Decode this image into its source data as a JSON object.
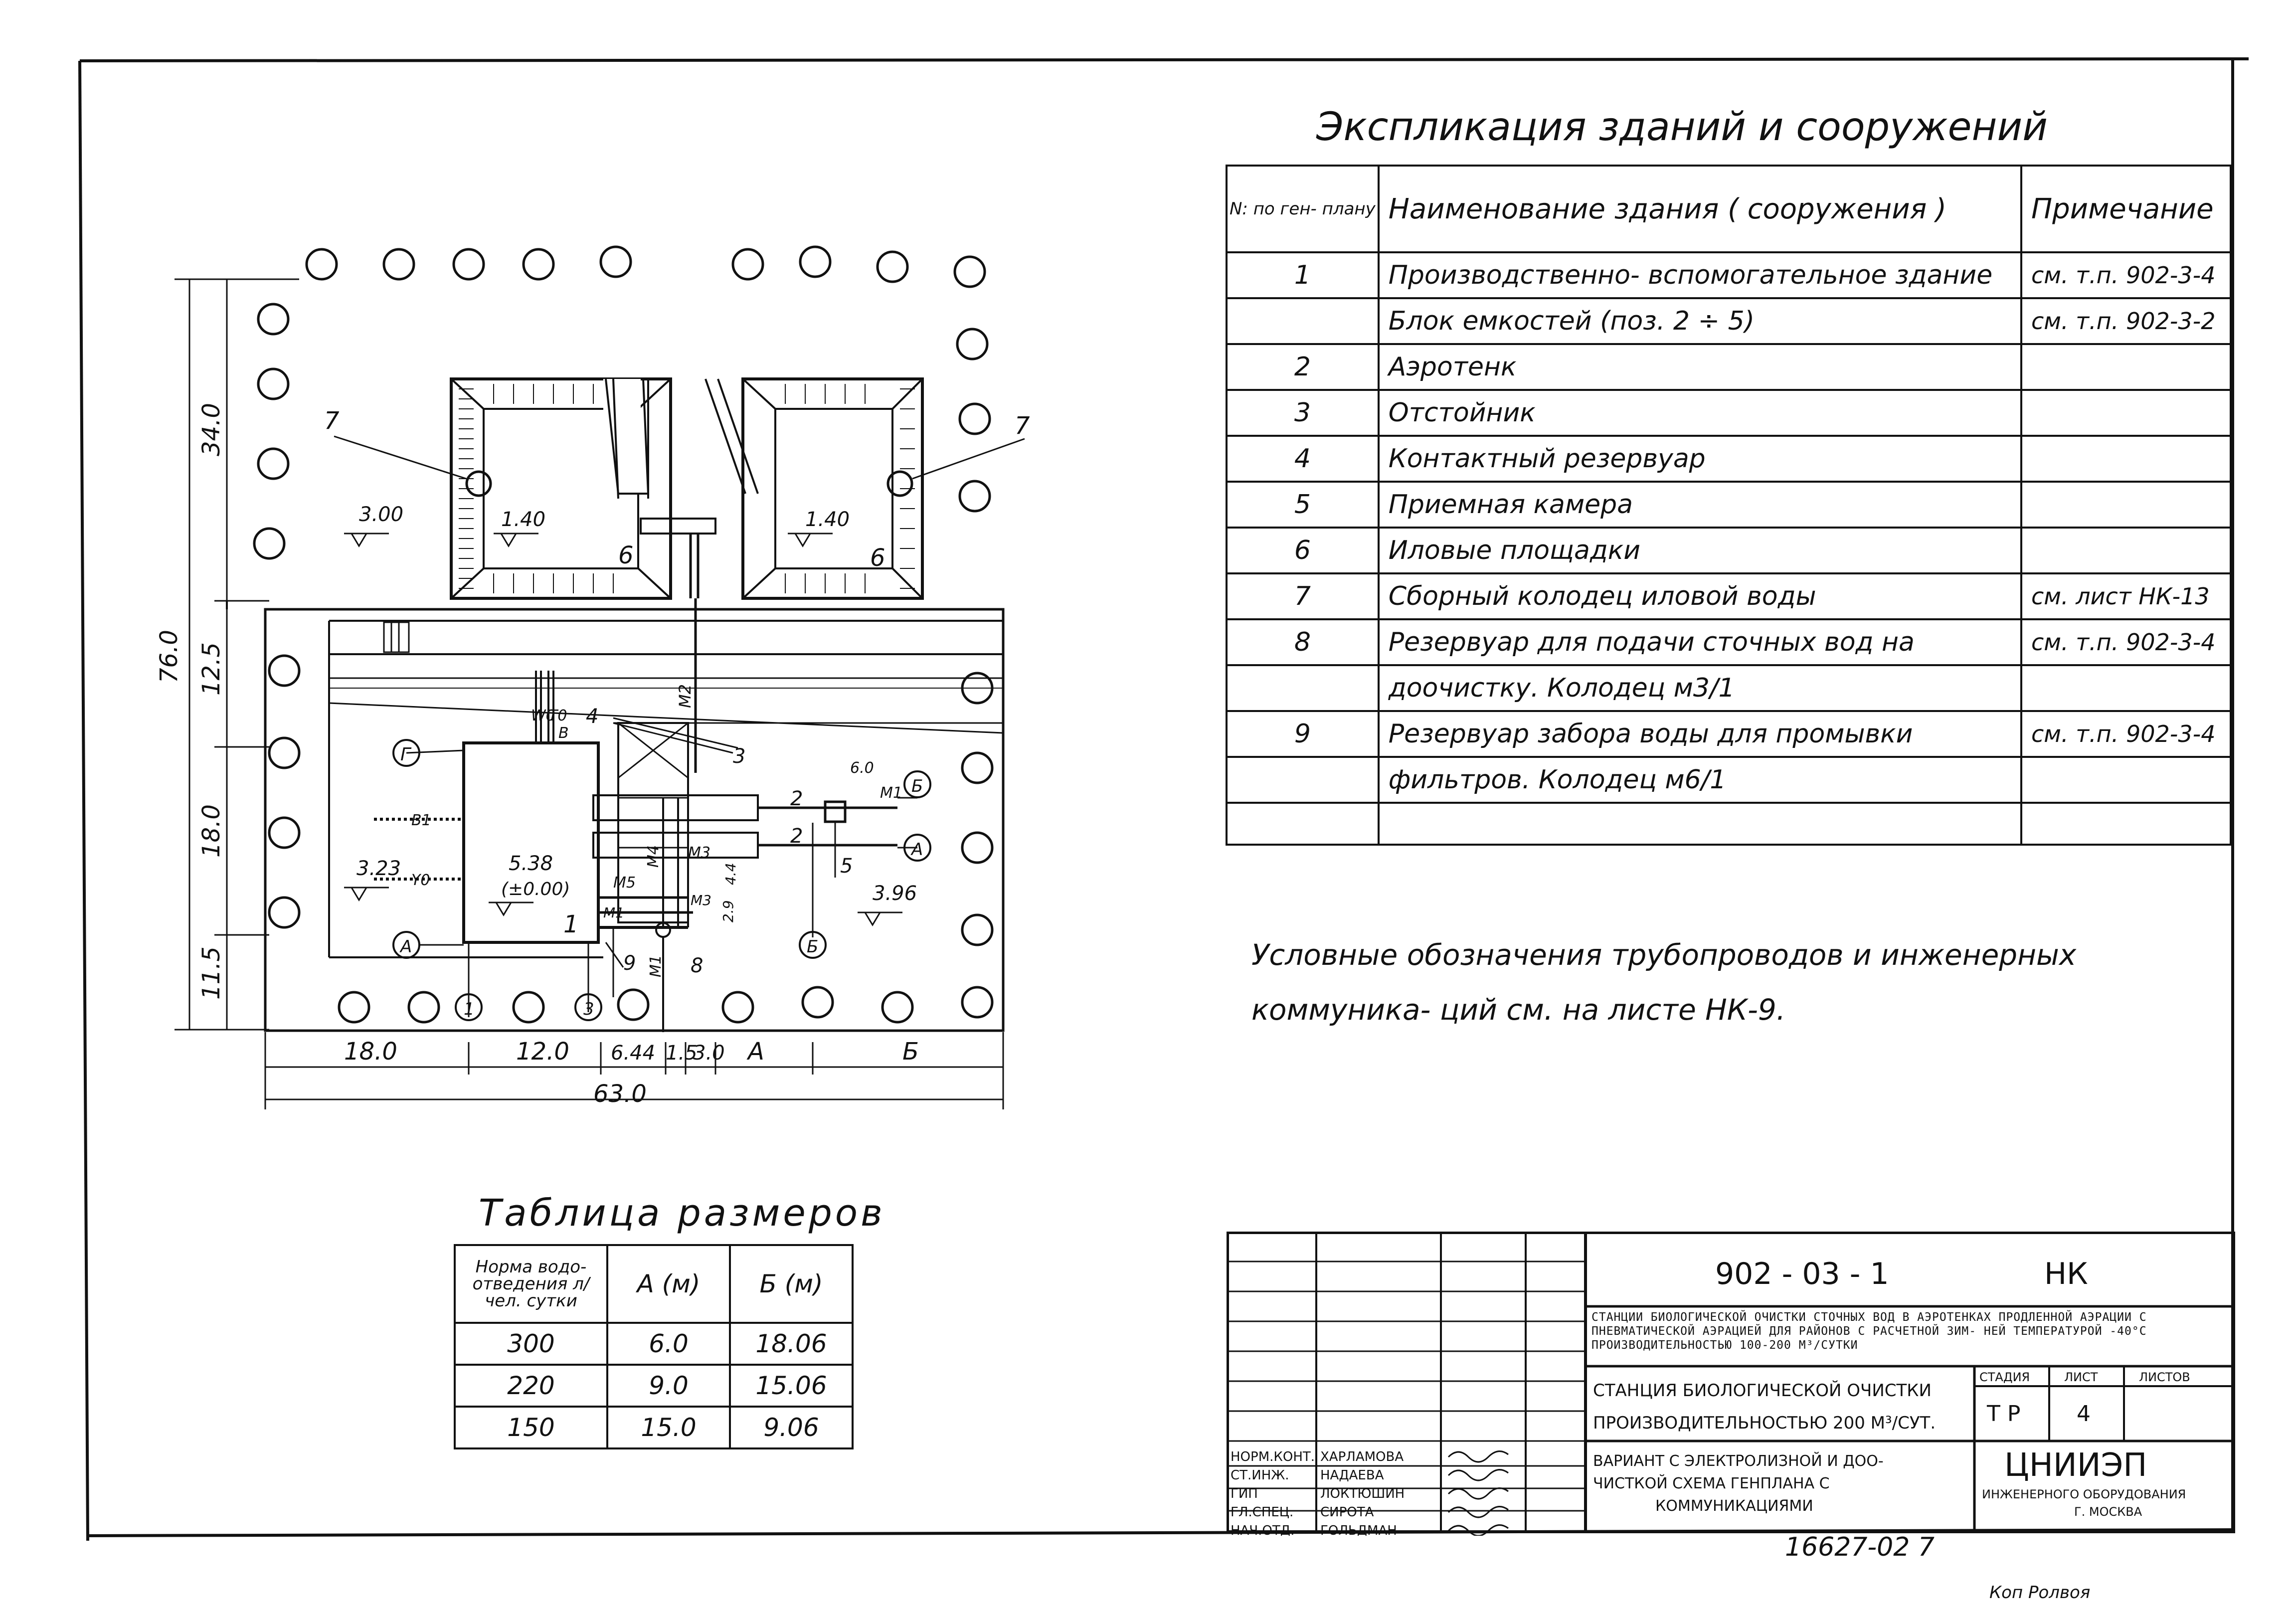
{
  "explication": {
    "title": "Экспликация зданий и сооружений",
    "header": {
      "num": "N: по ген- плану",
      "name": "Наименование здания ( сооружения )",
      "note": "Примечание"
    },
    "rows": [
      {
        "num": "1",
        "name": "Производственно- вспомогательное здание",
        "note": "см. т.п. 902-3-4"
      },
      {
        "num": "",
        "name": "Блок емкостей (поз. 2 ÷ 5)",
        "note": "см. т.п. 902-3-2"
      },
      {
        "num": "2",
        "name": "Аэротенк",
        "note": ""
      },
      {
        "num": "3",
        "name": "Отстойник",
        "note": ""
      },
      {
        "num": "4",
        "name": "Контактный резервуар",
        "note": ""
      },
      {
        "num": "5",
        "name": "Приемная камера",
        "note": ""
      },
      {
        "num": "6",
        "name": "Иловые площадки",
        "note": ""
      },
      {
        "num": "7",
        "name": "Сборный колодец иловой воды",
        "note": "см. лист НК-13"
      },
      {
        "num": "8",
        "name": "Резервуар для подачи сточных вод на",
        "note": "см. т.п. 902-3-4"
      },
      {
        "num": "",
        "name": "доочистку. Колодец м3/1",
        "note": ""
      },
      {
        "num": "9",
        "name": "Резервуар забора воды для промывки",
        "note": "см. т.п. 902-3-4"
      },
      {
        "num": "",
        "name": "фильтров. Колодец м6/1",
        "note": ""
      },
      {
        "num": "",
        "name": "",
        "note": ""
      }
    ]
  },
  "legend_note": "Условные обозначения трубопроводов и инженерных коммуника- ций см. на листе НК-9.",
  "sizes": {
    "title": "Таблица размеров",
    "header": [
      "Норма водо- отведения л/чел. сутки",
      "А (м)",
      "Б (м)"
    ],
    "rows": [
      [
        "300",
        "6.0",
        "18.06"
      ],
      [
        "220",
        "9.0",
        "15.06"
      ],
      [
        "150",
        "15.0",
        "9.06"
      ]
    ]
  },
  "plan": {
    "dims": {
      "total_h": "76.0",
      "h1": "34.0",
      "h2": "12.5",
      "h3": "18.0",
      "h4": "11.5",
      "w1": "18.0",
      "w2": "12.0",
      "w3": "6.44",
      "w4": "1.5",
      "w5": "3.0",
      "wA": "А",
      "wB": "Б",
      "total_w": "63.0"
    },
    "elev": {
      "e1": "3.00",
      "e2": "1.40",
      "e3": "1.40",
      "e4": "3.23",
      "e5": "5.38",
      "e6": "(±0.00)",
      "e7": "3.96"
    },
    "labels": {
      "n7a": "7",
      "n7b": "7",
      "n6a": "6",
      "n6b": "6",
      "n1": "1",
      "n2a": "2",
      "n2b": "2",
      "n4": "4",
      "n3": "3",
      "n5": "5",
      "n8": "8",
      "n9": "9",
      "m2": "М2",
      "m3": "М3",
      "m4": "М4",
      "m5": "М5",
      "m1": "М1",
      "m1b": "М1",
      "m1c": "М1",
      "m3b": "М3",
      "b1": "В1",
      "w0": "W0",
      "t0": "Т0",
      "b": "В",
      "y0": "Y0",
      "d60": "6.0",
      "d29": "2.9",
      "d44": "4.4",
      "cG": "Г",
      "cA": "А",
      "cB": "Б",
      "cA2": "А",
      "c1": "1",
      "c3": "3",
      "cB2": "Б"
    }
  },
  "titleblock": {
    "code": "902 - 03 - 1",
    "mark": "НК",
    "desc": "СТАНЦИИ БИОЛОГИЧЕСКОЙ ОЧИСТКИ СТОЧНЫХ ВОД В АЭРОТЕНКАХ ПРОДЛЕННОЙ АЭРАЦИИ С ПНЕВМАТИЧЕСКОЙ АЭРАЦИЕЙ ДЛЯ РАЙОНОВ С РАСЧЕТНОЙ ЗИМ- НЕЙ ТЕМПЕРАТУРОЙ -40°С ПРОИЗВОДИТЕЛЬНОСТЬЮ 100-200 М³/СУТКИ",
    "station_line1": "СТАНЦИЯ БИОЛОГИЧЕСКОЙ ОЧИСТКИ",
    "station_line2": "ПРОИЗВОДИТЕЛЬНОСТЬЮ 200 М³/СУТ.",
    "stage_h": "СТАДИЯ",
    "sheet_h": "ЛИСТ",
    "sheets_h": "ЛИСТОВ",
    "stage": "Т Р",
    "sheet": "4",
    "variant_l1": "ВАРИАНТ С ЭЛЕКТРОЛИЗНОЙ И ДОО-",
    "variant_l2": "ЧИСТКОЙ СХЕМА ГЕНПЛАНА С",
    "variant_l3": "КОММУНИКАЦИЯМИ",
    "org": "ЦНИИЭП",
    "org_sub1": "ИНЖЕНЕРНОГО ОБОРУДОВАНИЯ",
    "org_sub2": "Г. МОСКВА",
    "people": [
      [
        "НОРМ.КОНТ.",
        "ХАРЛАМОВА"
      ],
      [
        "СТ.ИНЖ.",
        "НАДАЕВА"
      ],
      [
        "ГИП",
        "ЛОКТЮШИН"
      ],
      [
        "ГЛ.СПЕЦ.",
        "СИРОТА"
      ],
      [
        "НАЧ.ОТД.",
        "ГОЛЬДМАН"
      ]
    ],
    "inv": "16627-02  7",
    "copy": "Коп  Ролвоя"
  }
}
